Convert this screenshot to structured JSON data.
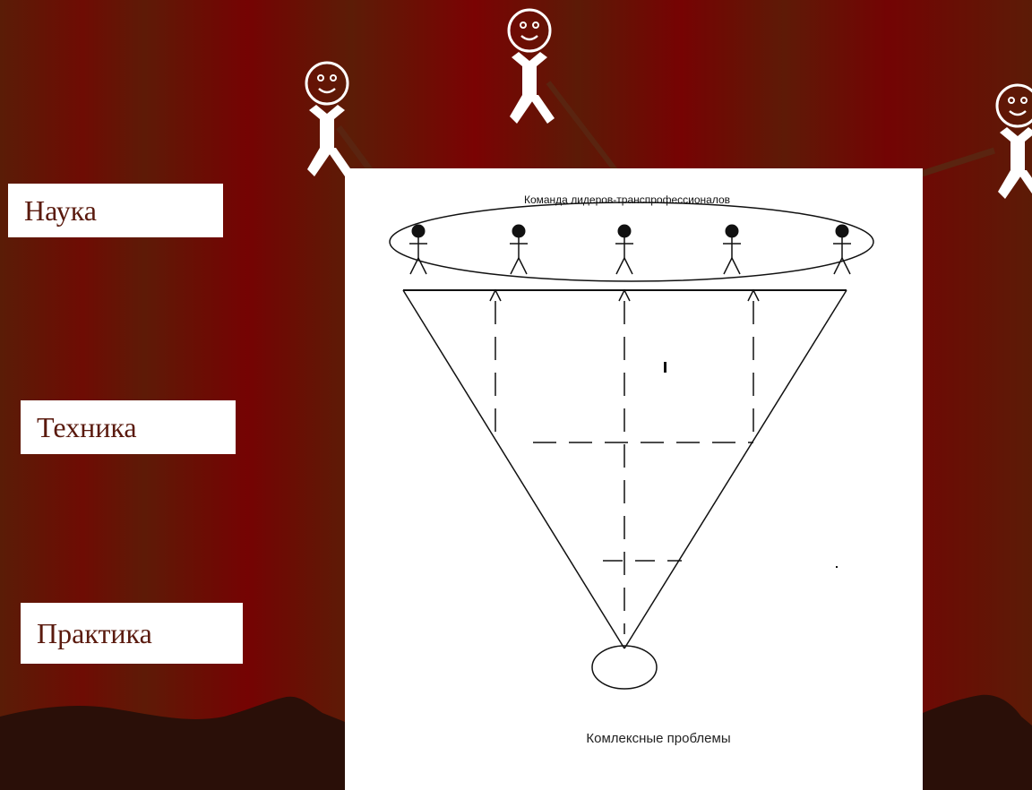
{
  "labels": {
    "science": "Наука",
    "technique": "Техника",
    "practice": "Практика"
  },
  "diagram": {
    "team_caption": "Команда лидеров-транспрофессионалов",
    "problems_caption": "Комлексные проблемы",
    "team_member_count": 5
  },
  "outer_figures_count": 3,
  "colors": {
    "background_dark_red": "#750303",
    "background_brown": "#5c1c06",
    "label_text": "#5a1a0e",
    "hill": "#2a0f08",
    "pointer": "#5a2410",
    "figure": "#ffffff"
  }
}
